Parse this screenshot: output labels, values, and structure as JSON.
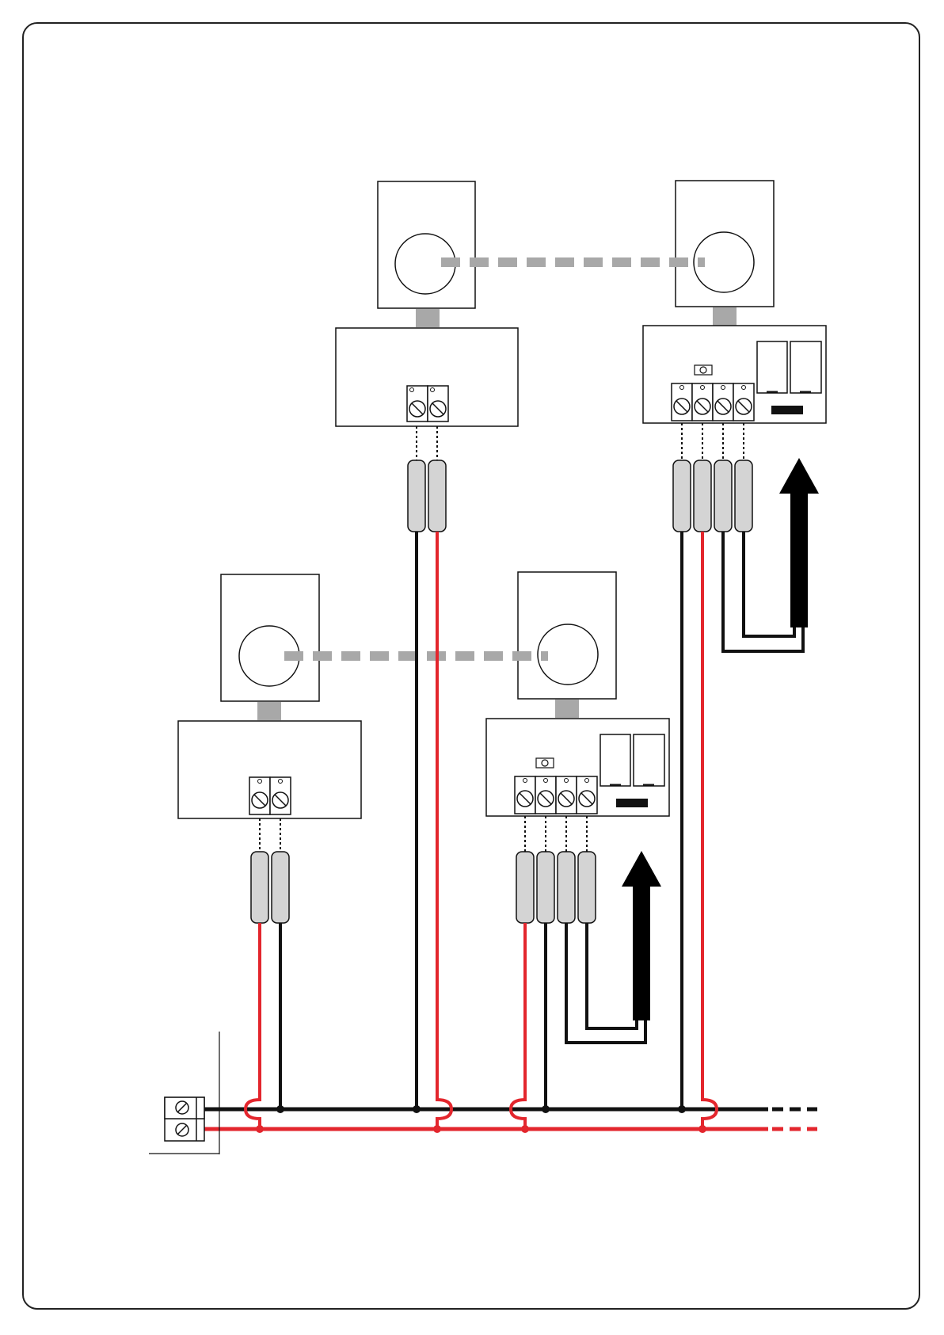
{
  "colors": {
    "wire_black": "#111111",
    "wire_red": "#e3262d",
    "link_gray": "#a8a8a8",
    "sleeve_fill": "#d4d4d4",
    "arrow": "#000000",
    "frame": "#222222"
  },
  "icons": {
    "terminal": "screw-terminal-icon",
    "sensor": "sensor-head-icon",
    "arrow": "arrow-up-icon",
    "led": "led-icon"
  },
  "devices": [
    {
      "role": "photocell-transmitter",
      "terminals": 2
    },
    {
      "role": "photocell-receiver",
      "terminals": 4
    },
    {
      "role": "photocell-transmitter",
      "terminals": 2
    },
    {
      "role": "photocell-receiver",
      "terminals": 4
    }
  ],
  "bus": {
    "lines": [
      "black",
      "red"
    ],
    "continues": true
  }
}
